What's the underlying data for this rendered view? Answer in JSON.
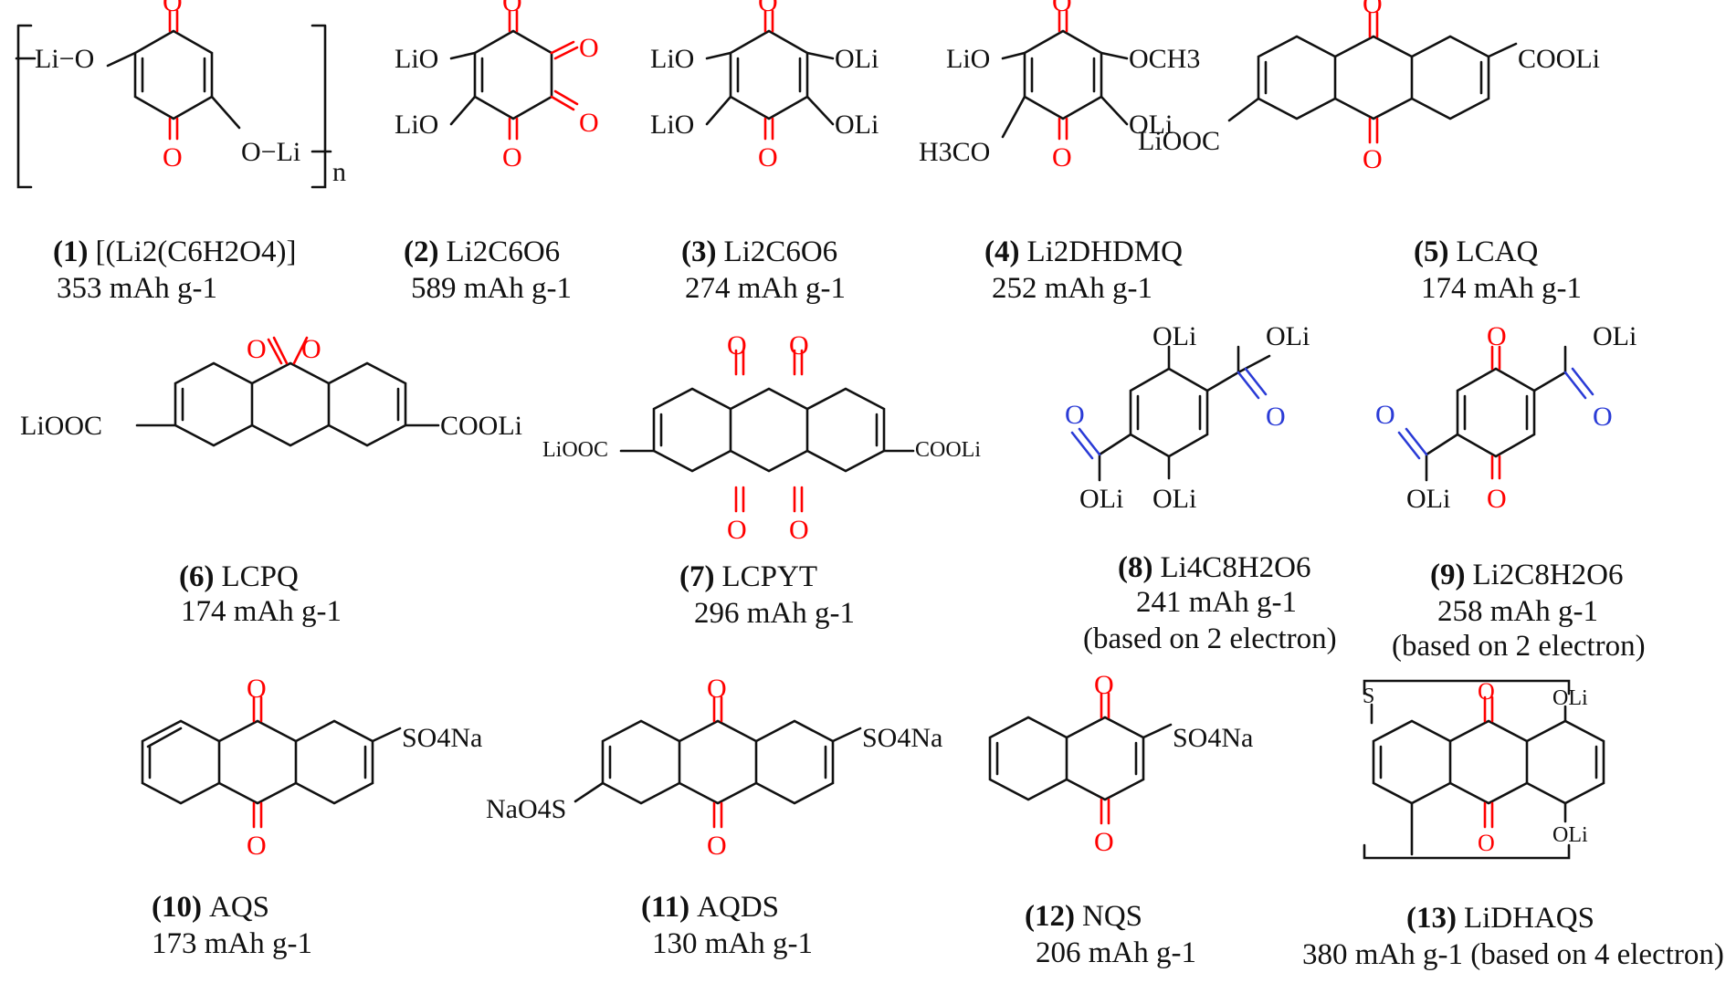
{
  "compounds": [
    {
      "num": "(1)",
      "name": "[(Li2(C6H2O4)]",
      "capacity": "353 mAh g-1",
      "note": ""
    },
    {
      "num": "(2)",
      "name": "Li2C6O6",
      "capacity": "589 mAh g-1",
      "note": ""
    },
    {
      "num": "(3)",
      "name": "Li2C6O6",
      "capacity": "274 mAh g-1",
      "note": ""
    },
    {
      "num": "(4)",
      "name": "Li2DHDMQ",
      "capacity": "252 mAh g-1",
      "note": ""
    },
    {
      "num": "(5)",
      "name": "LCAQ",
      "capacity": "174 mAh g-1",
      "note": ""
    },
    {
      "num": "(6)",
      "name": "LCPQ",
      "capacity": "174 mAh g-1",
      "note": ""
    },
    {
      "num": "(7)",
      "name": "LCPYT",
      "capacity": "296 mAh g-1",
      "note": ""
    },
    {
      "num": "(8)",
      "name": "Li4C8H2O6",
      "capacity": "241 mAh g-1",
      "note": "(based on 2 electron)"
    },
    {
      "num": "(9)",
      "name": "Li2C8H2O6",
      "capacity": "258 mAh g-1",
      "note": "(based on 2 electron)"
    },
    {
      "num": "(10)",
      "name": "AQS",
      "capacity": "173  mAh g-1",
      "note": ""
    },
    {
      "num": "(11)",
      "name": "AQDS",
      "capacity": "130  mAh g-1",
      "note": ""
    },
    {
      "num": "(12)",
      "name": "NQS",
      "capacity": "206 mAh g-1",
      "note": ""
    },
    {
      "num": "(13)",
      "name": "LiDHAQS",
      "capacity": "380 mAh g-1 (based on 4 electron)",
      "note": ""
    }
  ],
  "atoms": {
    "O": "O",
    "LiO": "LiO",
    "OLi": "OLi",
    "Li_O": "Li−O",
    "O_Li": "O−Li",
    "n": "n",
    "OCH3": "OCH3",
    "H3CO": "H3CO",
    "COOLi": "COOLi",
    "LiOOC": "LiOOC",
    "SO4Na": "SO4Na",
    "NaO4S": "NaO4S",
    "S": "S"
  },
  "colors": {
    "carbonyl": "#ff0000",
    "carboxylate": "#2a3bd6",
    "text": "#111111"
  }
}
